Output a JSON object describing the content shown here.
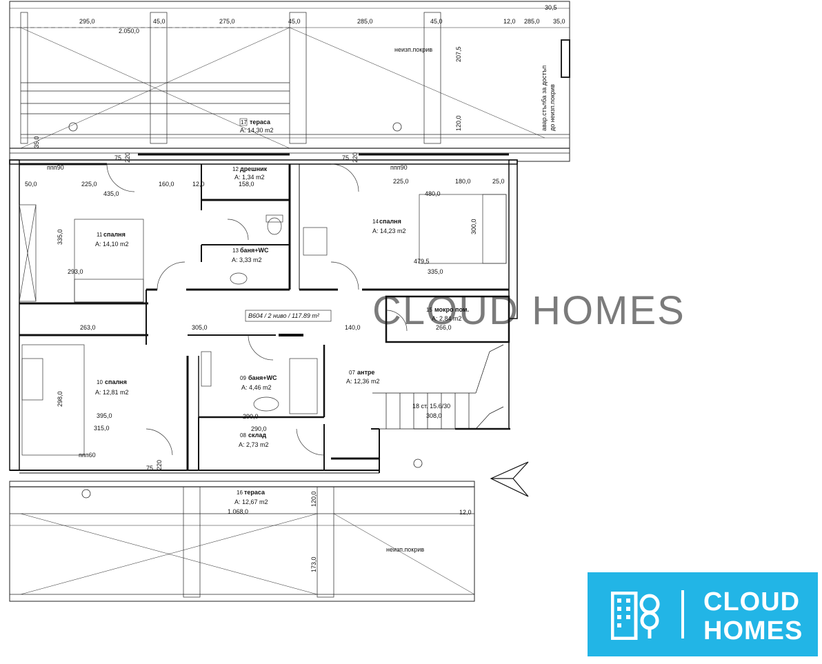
{
  "rooms": {
    "r17": {
      "num": "17",
      "name": "тераса",
      "area": "A: 14,30 m2"
    },
    "r12": {
      "num": "12",
      "name": "дрешник",
      "area": "A: 1,34 m2"
    },
    "r11": {
      "num": "11",
      "name": "спалня",
      "area": "A: 14,10 m2"
    },
    "r13": {
      "num": "13",
      "name": "баня+WC",
      "area": "A: 3,33 m2"
    },
    "r14": {
      "num": "14",
      "name": "спалня",
      "area": "A: 14,23 m2"
    },
    "r15": {
      "num": "15",
      "name": "мокро пом.",
      "area": "A: 2,84 m2"
    },
    "r10": {
      "num": "10",
      "name": "спалня",
      "area": "A: 12,81 m2"
    },
    "r09": {
      "num": "09",
      "name": "баня+WC",
      "area": "A: 4,46 m2"
    },
    "r07": {
      "num": "07",
      "name": "антре",
      "area": "A: 12,36 m2"
    },
    "r08": {
      "num": "08",
      "name": "склад",
      "area": "A: 2,73 m2"
    },
    "r16": {
      "num": "16",
      "name": "тераса",
      "area": "A: 12,67 m2"
    }
  },
  "labels": {
    "roof_top": "неизп.покрив",
    "roof_bottom": "неизп.покрив",
    "hatch_1": "авар.стълба за достъп",
    "hatch_2": "до неизп.покрив",
    "unit": "B604 / 2 ниво / 117.89 m²",
    "stairs": "18 ст. 15.6/30",
    "ppp_1": "ппп90",
    "ppp_2": "ппп90",
    "ppp_3": "ппп60"
  },
  "dims": {
    "t1": "295,0",
    "t2": "45,0",
    "t3": "275,0",
    "t4": "45,0",
    "t5": "285,0",
    "t6": "45,0",
    "t7": "12,0",
    "t8": "285,0",
    "t9": "35,0",
    "t10": "30,5",
    "t11": "2.050,0",
    "v1": "207,5",
    "v2": "120,0",
    "v3": "35,0",
    "a1": "50,0",
    "a2": "225,0",
    "a3": "160,0",
    "a4": "12,0",
    "a5": "158,0",
    "a6": "435,0",
    "a7": "225,0",
    "a8": "180,0",
    "a9": "25,0",
    "a10": "480,0",
    "b1": "335,0",
    "b2": "300,0",
    "b3": "479,5",
    "b4": "335,0",
    "b5": "293,0",
    "c1": "305,0",
    "c2": "140,0",
    "c3": "266,0",
    "c4": "263,0",
    "d1": "298,0",
    "d2": "395,0",
    "d3": "315,0",
    "d4": "290,0",
    "d5": "290,0",
    "e1": "308,0",
    "e2": "1.068,0",
    "e3": "120,0",
    "e4": "173,0",
    "e5": "12,0",
    "w75a": "75",
    "w220a": "220",
    "w75b": "75",
    "w220b": "220",
    "w75c": "75",
    "w220c": "220"
  },
  "watermark": "CLOUD HOMES",
  "logo": {
    "line1": "CLOUD",
    "line2": "HOMES"
  },
  "colors": {
    "logo_bg": "#22b5e6",
    "ink": "#111111",
    "watermark": "#cfcfcf"
  }
}
